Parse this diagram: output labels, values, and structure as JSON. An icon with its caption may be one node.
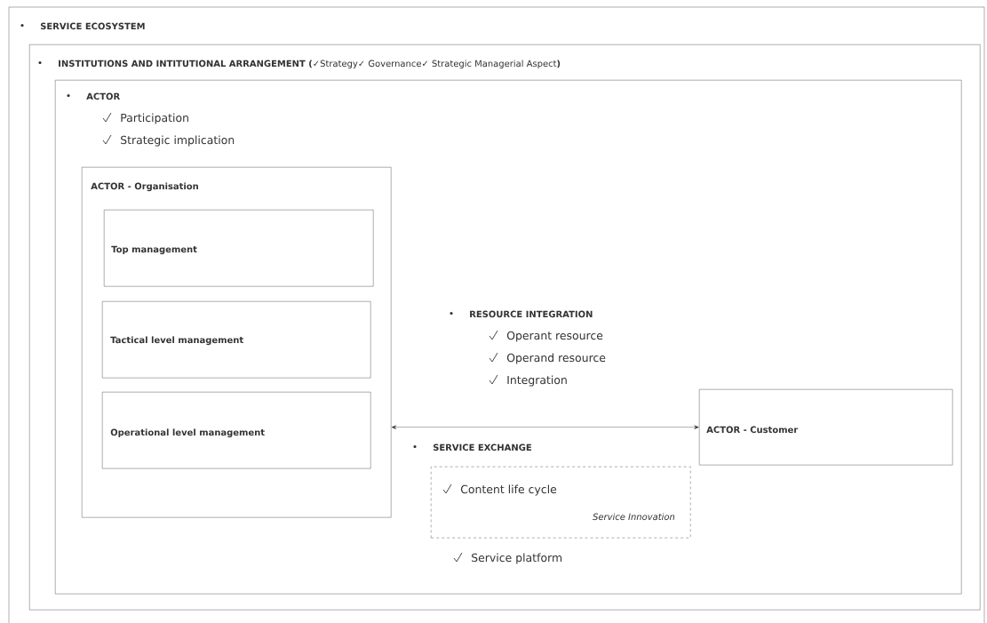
{
  "diagram": {
    "nodes": [
      {
        "text": [
          "SERVICE ECOSYSTEM"
        ]
      },
      {
        "text": [
          "**INSTITUTIONS AND INTITUTIONAL ARRANGEMENT (**✓Strategy✓ Governance✓ Strategic Managerial Aspect**)**"
        ],
        "in": 0
      },
      {
        "text": [
          "ACTOR",
          "Participation",
          "Strategic implication",
          "RESOURCE INTEGRATION",
          "Operant resource",
          "Operand resource",
          "Integration",
          "SERVICE EXCHANGE",
          "Service platform"
        ],
        "in": 1
      },
      {
        "text": [
          "ACTOR - Organisation"
        ],
        "in": 2
      },
      {
        "text": [
          "Top management"
        ],
        "in": 3
      },
      {
        "text": [
          "Tactical level management"
        ],
        "in": 3
      },
      {
        "text": [
          "Operational level management"
        ],
        "in": 3
      },
      {
        "text": [
          "Content life cycle",
          "Service Innovation"
        ],
        "in": 2
      },
      {
        "text": [
          "ACTOR - Customer"
        ],
        "in": 2
      }
    ],
    "edges": [
      {
        "from": 3,
        "to": 8,
        "arrow": "both"
      }
    ]
  }
}
